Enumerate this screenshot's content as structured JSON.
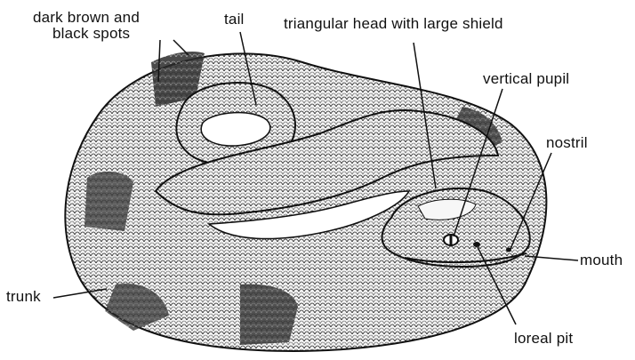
{
  "diagram": {
    "subject": "coiled snake",
    "colors": {
      "ink": "#111111",
      "paper": "#ffffff",
      "body_shade": "#e9e9e9"
    },
    "labels": {
      "spots_line1": "dark brown and",
      "spots_line2": "black spots",
      "tail": "tail",
      "head": "triangular  head  with  large  shield",
      "pupil": "vertical  pupil",
      "nostril": "nostril",
      "mouth": "mouth",
      "trunk": "trunk",
      "loreal_pit": "loreal  pit"
    }
  }
}
